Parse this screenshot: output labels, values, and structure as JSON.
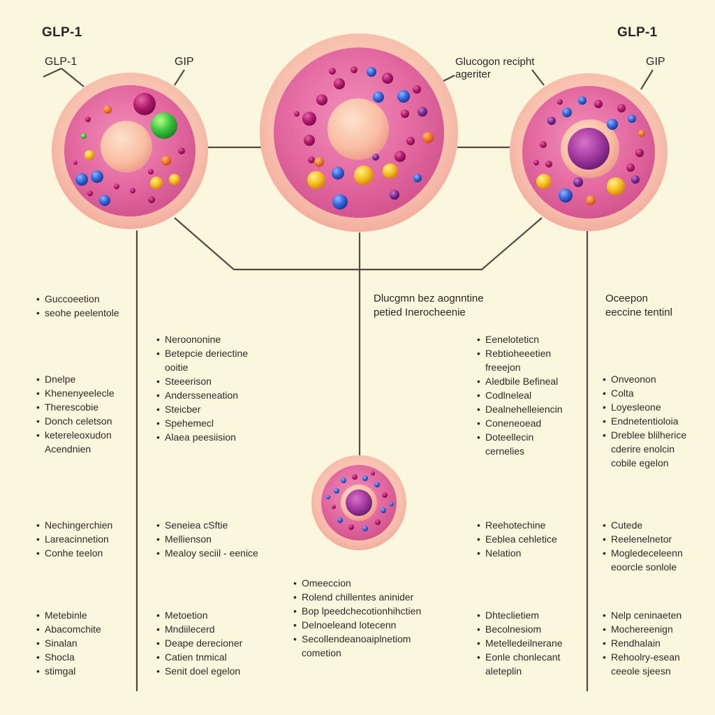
{
  "labels": {
    "title_left": "GLP-1",
    "title_right": "GLP-1",
    "cell1_left": "GLP-1",
    "cell1_right": "GIP",
    "center_label_1": "Glucogon recipht",
    "center_label_2": "ageriter",
    "cell3_label": "GIP",
    "mid_head_1": "Dlucgmn bez aognntine",
    "mid_head_2": "petied Inerocheenie",
    "right_head_1": "Oceepon",
    "right_head_2": "eeccine tentinl"
  },
  "blocks": {
    "c1r1": [
      "• Guccoeetion",
      "• seohe peelentole"
    ],
    "c1r2": [
      "• Dnelpe",
      "• Khenenyeelecle",
      "• Therescobie",
      "• Donch celetson",
      "• ketereleoxudon",
      "Acendnien"
    ],
    "c1r3": [
      "• Nechingerchien",
      "• Lareacinnetion",
      "• Conhe teelon"
    ],
    "c1r4": [
      "• Metebinle",
      "• Abacomchite",
      "• Sinalan",
      "• Shocla",
      "• stimgal"
    ],
    "c2r1": [
      "• Neroononine",
      "• Betepcie deriectine",
      "ooitie",
      "• Steeerison",
      "• Andersseneation",
      "• Steicber",
      "• Spehemecl",
      "• Alaea peesiision"
    ],
    "c2r3": [
      "• Seneiea cSftie",
      "• Mellienson",
      "• Mealoy seciil - eenice"
    ],
    "c2r4": [
      "• Metoetion",
      "• Mndiilecerd",
      "• Deape derecioner",
      "• Catien tnmical",
      "• Senit doel egelon"
    ],
    "c3r4": [
      "• Omeeccion",
      "• Rolend chillentes aninider",
      "• Bop lpeedchecotionhihctien",
      "• Delnoeleand lotecenn",
      "• Secollendeanoaiplnetiom",
      "cometion"
    ],
    "c4r1": [
      "• Eeneloteticn",
      "• Rebtioheeetien",
      "freeejon",
      "• Aledbile Befineal",
      "• Codlneleal",
      "• Dealnehelleiencin",
      "• Coneneoead",
      "• Doteellecin",
      "cernelies"
    ],
    "c4r3": [
      "• Reehotechine",
      "• Eeblea cehletice",
      "• Nelation"
    ],
    "c4r4": [
      "• Dhteclietiem",
      "• Becolnesiom",
      "• Metelledeilnerane",
      "• Eonle chonlecant",
      "aleteplin"
    ],
    "c5r2": [
      "• Onveonon",
      "• Colta",
      "• Loyesleone",
      "• Endnetentioloia",
      "• Dreblee blilherice",
      "cderire enolcin",
      "cobile egelon"
    ],
    "c5r3": [
      "• Cutede",
      "• Reelenelnetor",
      "• Mogledeceleenn",
      "eoorcle sonlole"
    ],
    "c5r4": [
      "• Nelp ceninaeten",
      "• Mochereenign",
      "• Rendhalain",
      "• Rehoolry-esean",
      "ceeole sjeesn"
    ]
  },
  "colors": {
    "background": "#fbf7df",
    "cell_outer": "#f7c7b4",
    "cell_membrane": "#f4a6a4",
    "cytoplasm": "#e66da3",
    "nucleus": "#fbc3a8",
    "connector": "#5a4542",
    "granule_blue": "#2f63d8",
    "granule_yellow": "#f4bf1d",
    "granule_magenta": "#b0176a",
    "granule_orange": "#f07a23",
    "granule_purple": "#7a2a8f",
    "granule_green": "#36c13a"
  }
}
